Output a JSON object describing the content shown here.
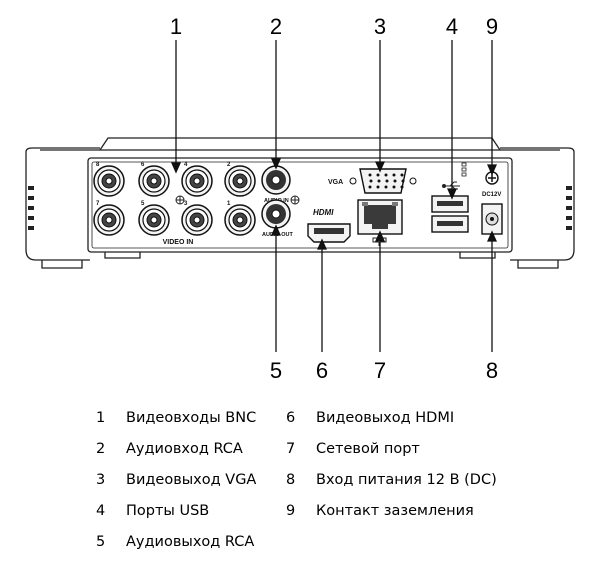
{
  "callouts": {
    "n1": "1",
    "n2": "2",
    "n3": "3",
    "n4": "4",
    "n9": "9",
    "n5": "5",
    "n6": "6",
    "n7": "7",
    "n8": "8"
  },
  "panel": {
    "vga": "VGA",
    "video_in": "VIDEO IN",
    "audio_in": "AUDIO IN",
    "audio_out": "AUDIO OUT",
    "hdmi": "HDMI",
    "dc": "DC12V",
    "bnc_numbers": [
      "8",
      "6",
      "4",
      "2",
      "7",
      "5",
      "3",
      "1"
    ]
  },
  "legend": [
    {
      "num": "1",
      "text": "Видеовходы BNC"
    },
    {
      "num": "2",
      "text": "Аудиовход RCA"
    },
    {
      "num": "3",
      "text": "Видеовыход VGA"
    },
    {
      "num": "4",
      "text": "Порты USB"
    },
    {
      "num": "5",
      "text": "Аудиовыход RCA"
    },
    {
      "num": "6",
      "text": "Видеовыход HDMI"
    },
    {
      "num": "7",
      "text": "Сетевой порт"
    },
    {
      "num": "8",
      "text": "Вход питания 12 В (DC)"
    },
    {
      "num": "9",
      "text": "Контакт заземления"
    }
  ]
}
